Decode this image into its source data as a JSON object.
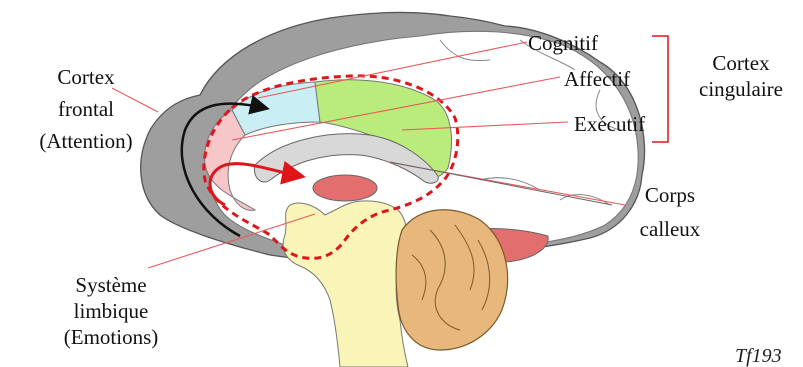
{
  "labels": {
    "cortex_frontal": [
      "Cortex",
      "frontal",
      "(Attention)"
    ],
    "cognitif": "Cognitif",
    "affectif": "Affectif",
    "executif": "Exécutif",
    "cortex_cingulaire": [
      "Cortex",
      "cingulaire"
    ],
    "corps_calleux": [
      "Corps",
      "calleux"
    ],
    "systeme_limbique": [
      "Système",
      "limbique",
      "(Emotions)"
    ]
  },
  "signature": "Tf193",
  "colors": {
    "cortex_gray": "#9e9e9e",
    "inner_white": "#ffffff",
    "cognitif_region": "#c9eef3",
    "executif_region": "#b9ec7a",
    "limbic_pink": "#f6c6c8",
    "corpus_callosum": "#d8d8d8",
    "deep_red": "#e26e6e",
    "brainstem": "#f9f4b8",
    "cerebellum": "#e8b77c",
    "dashed_outline": "#e0151a",
    "leader_lines": "#e8595c",
    "black_arrow": "#111111",
    "red_arrow": "#e0151a"
  }
}
